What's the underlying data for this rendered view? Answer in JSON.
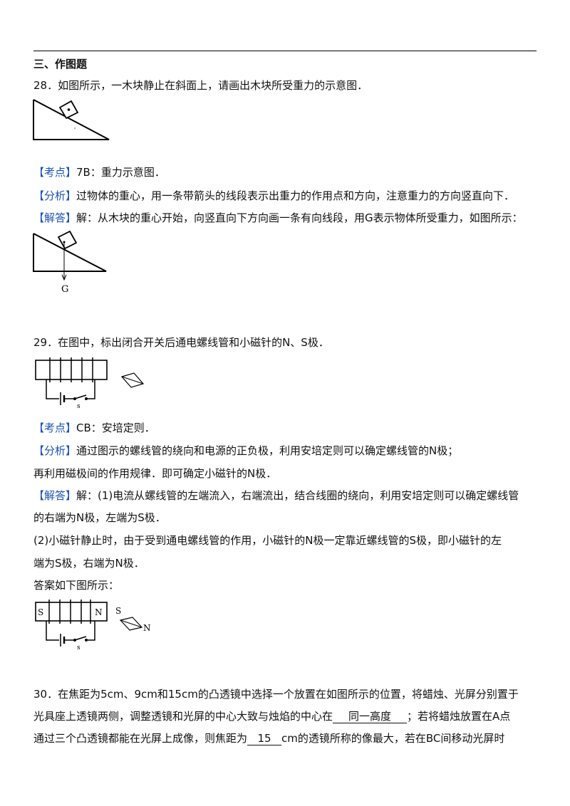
{
  "section_title": "三、作图题",
  "q28": {
    "question": "28．如图所示，一木块静止在斜面上，请画出木块所受重力的示意图．",
    "kaodian_tag": "【考点】",
    "kaodian_text": "7B：重力示意图．",
    "fenxi_tag": "【分析】",
    "fenxi_text": "过物体的重心，用一条带箭头的线段表示出重力的作用点和方向，注意重力的方向竖直向下．",
    "jieda_tag": "【解答】",
    "jieda_text": "解：从木块的重心开始，向竖直向下方向画一条有向线段，用G表示物体所受重力，如图所示：",
    "figure_label_g": "G"
  },
  "q29": {
    "question": "29．在图中，标出闭合开关后通电螺线管和小磁针的N、S极．",
    "switch_label": "s",
    "kaodian_tag": "【考点】",
    "kaodian_text": "CB：安培定则．",
    "fenxi_tag": "【分析】",
    "fenxi_text_1": "通过图示的螺线管的绕向和电源的正负极，利用安培定则可以确定螺线管的N极；",
    "fenxi_text_2": "再利用磁极间的作用规律．即可确定小磁针的N极．",
    "jieda_tag": "【解答】",
    "jieda_text_1": "解：(1)电流从螺线管的左端流入，右端流出，结合线圈的绕向，利用安培定则可以确定螺线管",
    "jieda_text_2": "的右端为N极，左端为S极．",
    "jieda_text_3": "(2)小磁针静止时，由于受到通电螺线管的作用，小磁针的N极一定靠近螺线管的S极，即小磁针的左",
    "jieda_text_4": "端为S极，右端为N极．",
    "answer_intro": "答案如下图所示：",
    "fig_label_s": "S",
    "fig_label_n": "N",
    "needle_label_s": "S",
    "needle_label_n": "N",
    "switch_label_answer": "s"
  },
  "q30": {
    "line1": "30．在焦距为5cm、9cm和15cm的凸透镜中选择一个放置在如图所示的位置，将蜡烛、光屏分别置于",
    "line2_a": "光具座上透镜两侧，调整透镜和光屏的中心大致与烛焰的中心在",
    "blank1": "同一高度",
    "line2_b": "；若将蜡烛放置在A点",
    "line3_a": "通过三个凸透镜都能在光屏上成像，则焦距为",
    "blank2": "15",
    "line3_b": "cm的透镜所称的像最大，若在BC间移动光屏时"
  }
}
